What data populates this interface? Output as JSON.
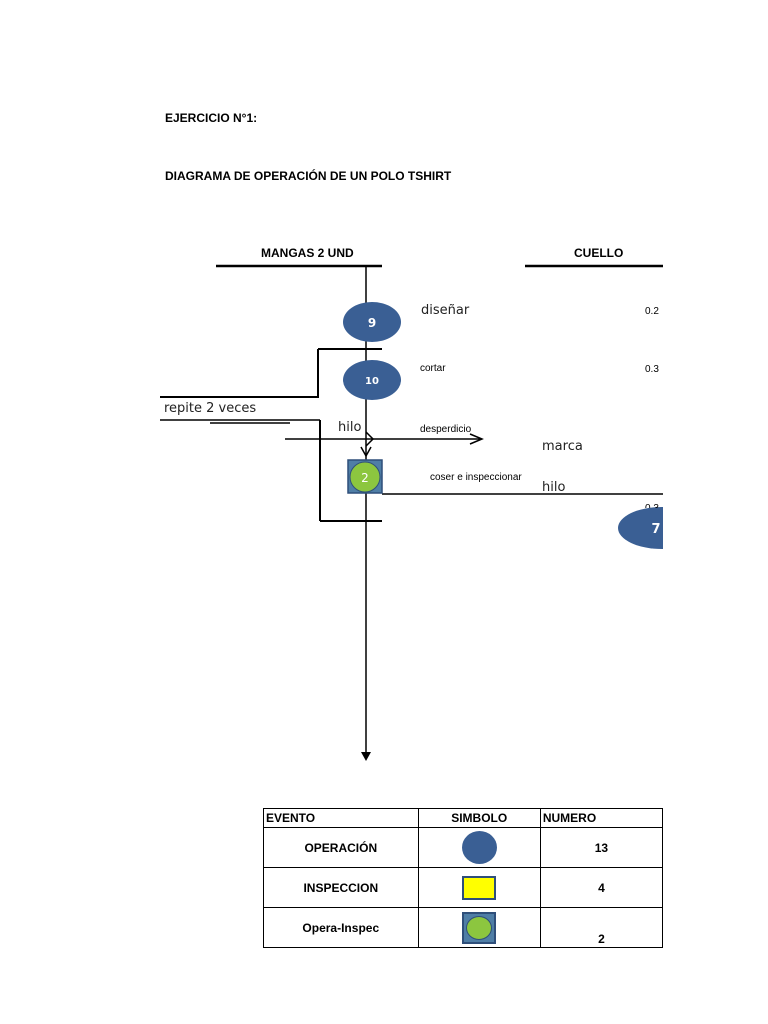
{
  "header": {
    "exercise": "EJERCICIO N°1:",
    "title": "DIAGRAMA DE OPERACIÓN DE UN POLO TSHIRT"
  },
  "diagram": {
    "columns": {
      "left": "MANGAS 2 UND",
      "right": "CUELLO"
    },
    "steps": [
      {
        "number": "9",
        "label": "diseñar",
        "type": "operation",
        "time": "0.2"
      },
      {
        "number": "10",
        "label": "cortar",
        "type": "operation",
        "time": "0.3"
      },
      {
        "number": "2",
        "label": "coser e inspeccionar",
        "type": "opera-inspec"
      }
    ],
    "right_step_number": "7",
    "right_step_time": "0.3",
    "annotations": {
      "repeat": "repite 2 veces",
      "input_thread": "hilo",
      "waste": "desperdicio",
      "brand": "marca",
      "thread_right": "hilo"
    },
    "colors": {
      "operation": "#3a5f94",
      "opera_inspec_circle": "#8cc63f",
      "opera_inspec_square": "#4f7ea6",
      "inspection": "#ffff00"
    }
  },
  "legend": {
    "headers": [
      "EVENTO",
      "SIMBOLO",
      "NUMERO"
    ],
    "rows": [
      {
        "event": "OPERACIÓN",
        "symbol": "circle-icon",
        "count": "13"
      },
      {
        "event": "INSPECCION",
        "symbol": "square-icon",
        "count": "4"
      },
      {
        "event": "Opera-Inspec",
        "symbol": "circle-in-square-icon",
        "count": "2"
      }
    ]
  }
}
